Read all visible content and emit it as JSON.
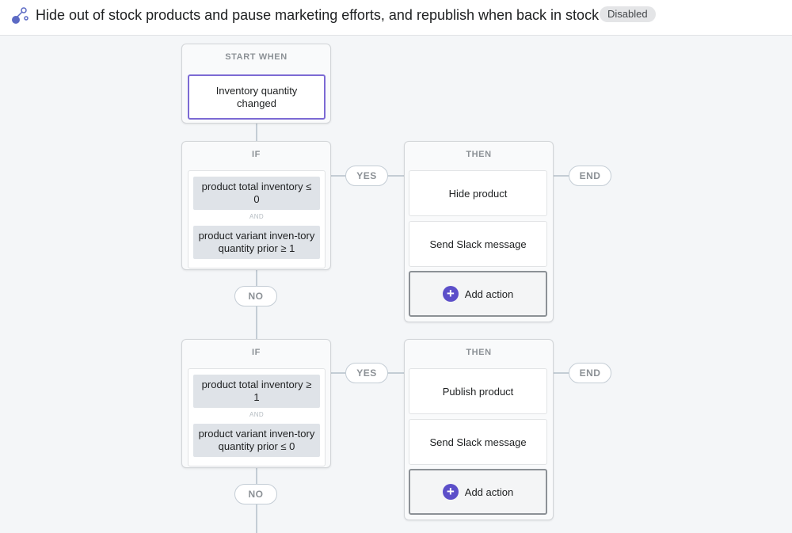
{
  "header": {
    "icon": "workflow-icon",
    "title": "Hide out of stock products and pause marketing efforts, and republish when back in stock",
    "status": "Disabled"
  },
  "trigger": {
    "label": "START WHEN",
    "value": "Inventory quantity changed"
  },
  "blocks": [
    {
      "if_label": "IF",
      "conditions": [
        "product total inventory ≤ 0",
        "product variant inven-tory quantity prior ≥ 1"
      ],
      "and_label": "AND",
      "yes_label": "YES",
      "no_label": "NO",
      "then_label": "THEN",
      "actions": [
        "Hide product",
        "Send Slack message"
      ],
      "add_action_label": "Add action",
      "end_label": "END"
    },
    {
      "if_label": "IF",
      "conditions": [
        "product total inventory ≥ 1",
        "product variant inven-tory quantity prior ≤ 0"
      ],
      "and_label": "AND",
      "yes_label": "YES",
      "no_label": "NO",
      "then_label": "THEN",
      "actions": [
        "Publish product",
        "Send Slack message"
      ],
      "add_action_label": "Add action",
      "end_label": "END"
    }
  ],
  "colors": {
    "accent": "#5c4fc9",
    "trigger_border": "#7c6ad4",
    "condition_bg": "#dfe3e8"
  }
}
